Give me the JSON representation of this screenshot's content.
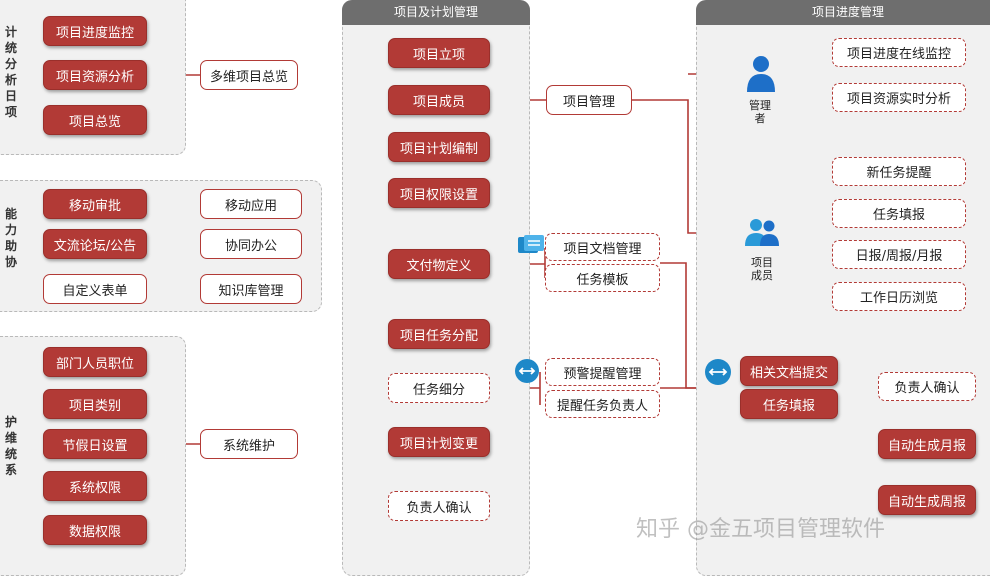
{
  "left_sections": {
    "analysis": {
      "label": "计统分析日项",
      "items": [
        "项目进度监控",
        "项目资源分析",
        "项目总览"
      ],
      "target": "多维项目总览"
    },
    "office": {
      "label": "能力助协",
      "rows": [
        {
          "left": "移动审批",
          "right": "移动应用"
        },
        {
          "left": "文流论坛/公告",
          "right": "协同办公"
        },
        {
          "left": "自定义表单",
          "right": "知识库管理"
        }
      ]
    },
    "maintenance": {
      "label": "护维统系",
      "items": [
        "部门人员职位",
        "项目类别",
        "节假日设置",
        "系统权限",
        "数据权限"
      ],
      "target": "系统维护"
    }
  },
  "middle": {
    "header": "项目及计划管理",
    "items": [
      "项目立项",
      "项目成员",
      "项目计划编制",
      "项目权限设置",
      "文付物定义",
      "项目任务分配",
      "任务细分",
      "项目计划变更",
      "负责人确认"
    ],
    "project_mgmt": "项目管理",
    "docs": [
      "项目文档管理",
      "任务模板"
    ],
    "alerts": [
      "预警提醒管理",
      "提醒任务负责人"
    ]
  },
  "right": {
    "header": "项目进度管理",
    "manager_label": "管理\n者",
    "member_label": "项目\n成员",
    "manager_items": [
      "项目进度在线监控",
      "项目资源实时分析"
    ],
    "member_items": [
      "新任务提醒",
      "任务填报",
      "日报/周报/月报",
      "工作日历浏览"
    ],
    "submit": [
      "相关文档提交",
      "任务填报"
    ],
    "outcomes": [
      "负责人确认",
      "自动生成月报",
      "自动生成周报"
    ]
  },
  "watermark": "知乎 @金五项目管理软件",
  "colors": {
    "accent": "#b23a36",
    "header": "#6e6e6e",
    "panel": "#f1f1f1"
  }
}
